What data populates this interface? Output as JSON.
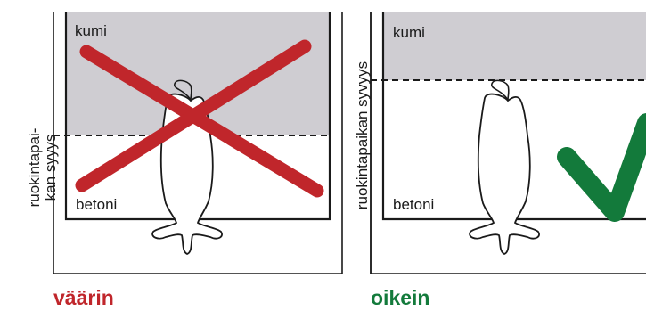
{
  "left_panel": {
    "top_label": "kumi",
    "bottom_label": "betoni",
    "side_label_line1": "ruokintapai-",
    "side_label_line2": "kan syyys",
    "caption": "väärin",
    "mark": "cross-mark",
    "mark_color": "#c0262b"
  },
  "right_panel": {
    "top_label": "kumi",
    "bottom_label": "betoni",
    "side_label": "ruokintapaikan syvyys",
    "caption": "oikein",
    "mark": "check-mark",
    "mark_color": "#137a3b"
  },
  "colors": {
    "rubber_fill": "#cfcdd2",
    "stall_outline": "#1a1a1a"
  }
}
